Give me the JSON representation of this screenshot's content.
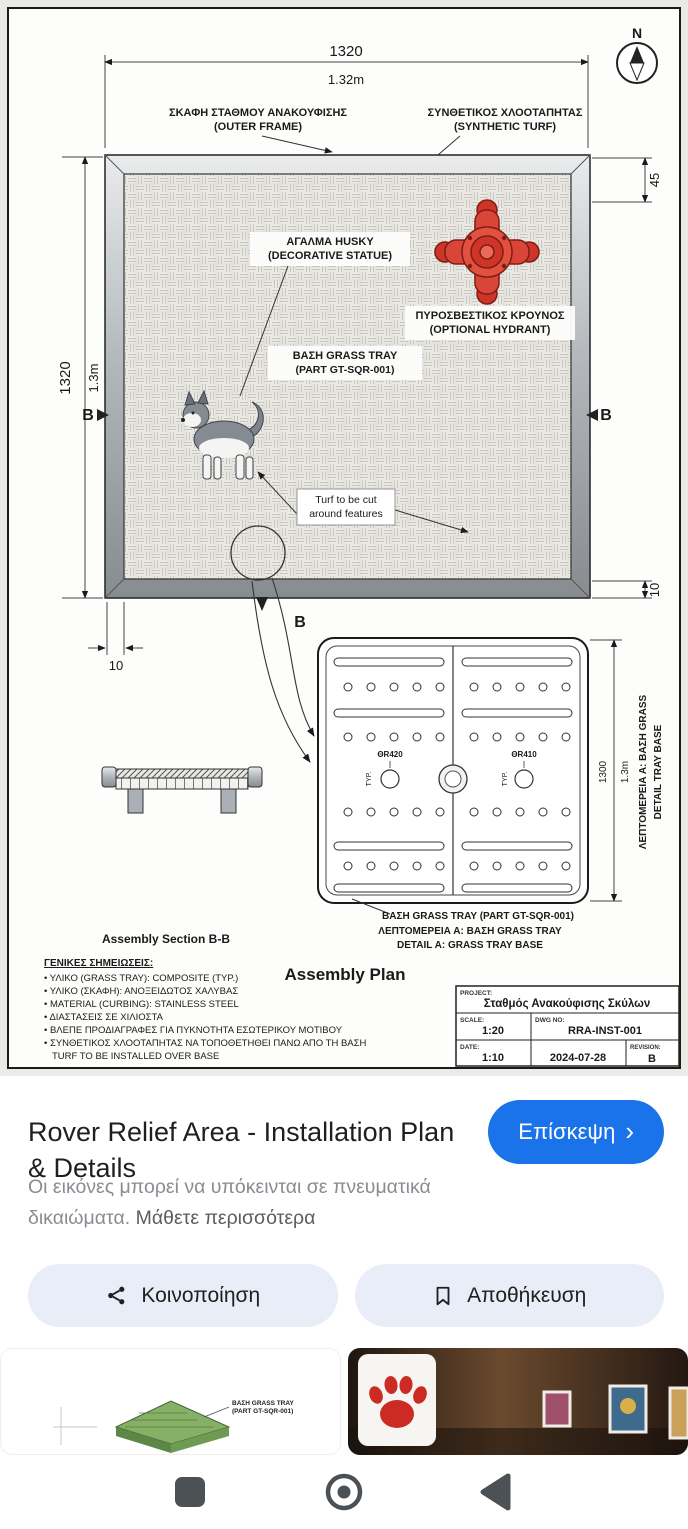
{
  "colors": {
    "accent_blue": "#1a73e8",
    "pill_bg": "#e8edf8",
    "hydrant_red": "#cf3428",
    "paw_red": "#cc2b24",
    "thumb_turf_green": "#86b066",
    "nav_icon_gray": "#4c5155"
  },
  "drawing": {
    "north_label": "N",
    "dim_top_mm": "1320",
    "dim_top_m": "1.32m",
    "dim_left_mm": "1320",
    "dim_left_m": "1.3m",
    "dim_right_top": "45",
    "dim_right_bottom": "10",
    "dim_bottom_left": "10",
    "dim_detail_mm": "1300",
    "dim_detail_m": "1.3m",
    "label_outer_frame_el": "ΣΚΑΦΗ ΣΤΑΘΜΟΥ ΑΝΑΚΟΥΦΙΣΗΣ",
    "label_outer_frame_en": "(OUTER FRAME)",
    "label_turf_el": "ΣΥΝΘΕΤΙΚΟΣ ΧΛΟΟΤΑΠΗΤΑΣ",
    "label_turf_en": "(SYNTHETIC TURF)",
    "label_statue_el": "ΑΓΑΛΜΑ HUSKY",
    "label_statue_en": "(DECORATIVE STATUE)",
    "label_hydrant_el": "ΠΥΡΟΣΒΕΣΤΙΚΟΣ ΚΡΟΥΝΟΣ",
    "label_hydrant_en": "(OPTIONAL HYDRANT)",
    "label_tray_1": "ΒΑΣΗ GRASS TRAY",
    "label_tray_2": "(PART GT-SQR-001)",
    "note_turf_cut_1": "Turf to be cut",
    "note_turf_cut_2": "around features",
    "section_letter": "B",
    "detail_r_left": "ΘR420",
    "detail_r_right": "ΘR410",
    "typ": "TYP.",
    "dim_detail_side_1": "ΛΕΠΤΟΜΕΡΕΙΑ Α: ΒΑΣΗ GRASS",
    "dim_detail_side_2": "DETAIL TRAY BASE",
    "detail_caption_1": "ΒΑΣΗ GRASS TRAY (PART GT-SQR-001)",
    "detail_caption_2": "ΛΕΠΤΟΜΕΡΕΙΑ Α: ΒΑΣΗ GRASS TRAY",
    "detail_caption_3": "DETAIL A: GRASS TRAY BASE",
    "caption_section": "Assembly Section B-B",
    "caption_plan": "Assembly Plan",
    "notes_heading": "ΓΕΝΙΚΕΣ ΣΗΜΕΙΩΣΕΙΣ:",
    "notes": [
      "• ΥΛΙΚΟ (GRASS TRAY): COMPOSITE (TYP.)",
      "• ΥΛΙΚΟ (ΣΚΑΦΗ): ΑΝΟΞΕΙΔΩΤΟΣ ΧΑΛΥΒΑΣ",
      "• MATERIAL (CURBING): STAINLESS STEEL",
      "• ΔΙΑΣΤΑΣΕΙΣ ΣΕ ΧΙΛΙΟΣΤΑ",
      "• ΒΛΕΠΕ ΠΡΟΔΙΑΓΡΑΦΕΣ ΓΙΑ ΠΥΚΝΟΤΗΤΑ ΕΣΩΤΕΡΙΚΟΥ ΜΟΤΙΒΟΥ",
      "• ΣΥΝΘΕΤΙΚΟΣ ΧΛΟΟΤΑΠΗΤΑΣ ΝΑ ΤΟΠΟΘΕΤΗΘΕΙ ΠΑΝΩ ΑΠΟ ΤΗ ΒΑΣΗ",
      "TURF TO BE INSTALLED OVER BASE"
    ],
    "titleblock": {
      "project_label": "PROJECT:",
      "project": "Σταθμός Ανακούφισης Σκύλων",
      "scale_label": "SCALE:",
      "scale": "1:20",
      "dwg_label": "DWG NO:",
      "dwg": "RRA-INST-001",
      "date_label": "DATE:",
      "date_scale": "1:10",
      "date": "2024-07-28",
      "revision_label": "REVISION:",
      "revision": "B"
    }
  },
  "result": {
    "title": "Rover Relief Area - Installation Plan & Details",
    "visit_label": "Επίσκεψη",
    "visit_chevron": "›",
    "copyright": "Οι εικόνες μπορεί να υπόκεινται σε πνευματικά δικαιώματα.",
    "learn_more": "Μάθετε περισσότερα",
    "share_label": "Κοινοποίηση",
    "save_label": "Αποθήκευση"
  },
  "thumbs": {
    "left_caption_1": "ΒΑΣΗ GRASS TRAY",
    "left_caption_2": "(PART GT-SQR-001)"
  }
}
